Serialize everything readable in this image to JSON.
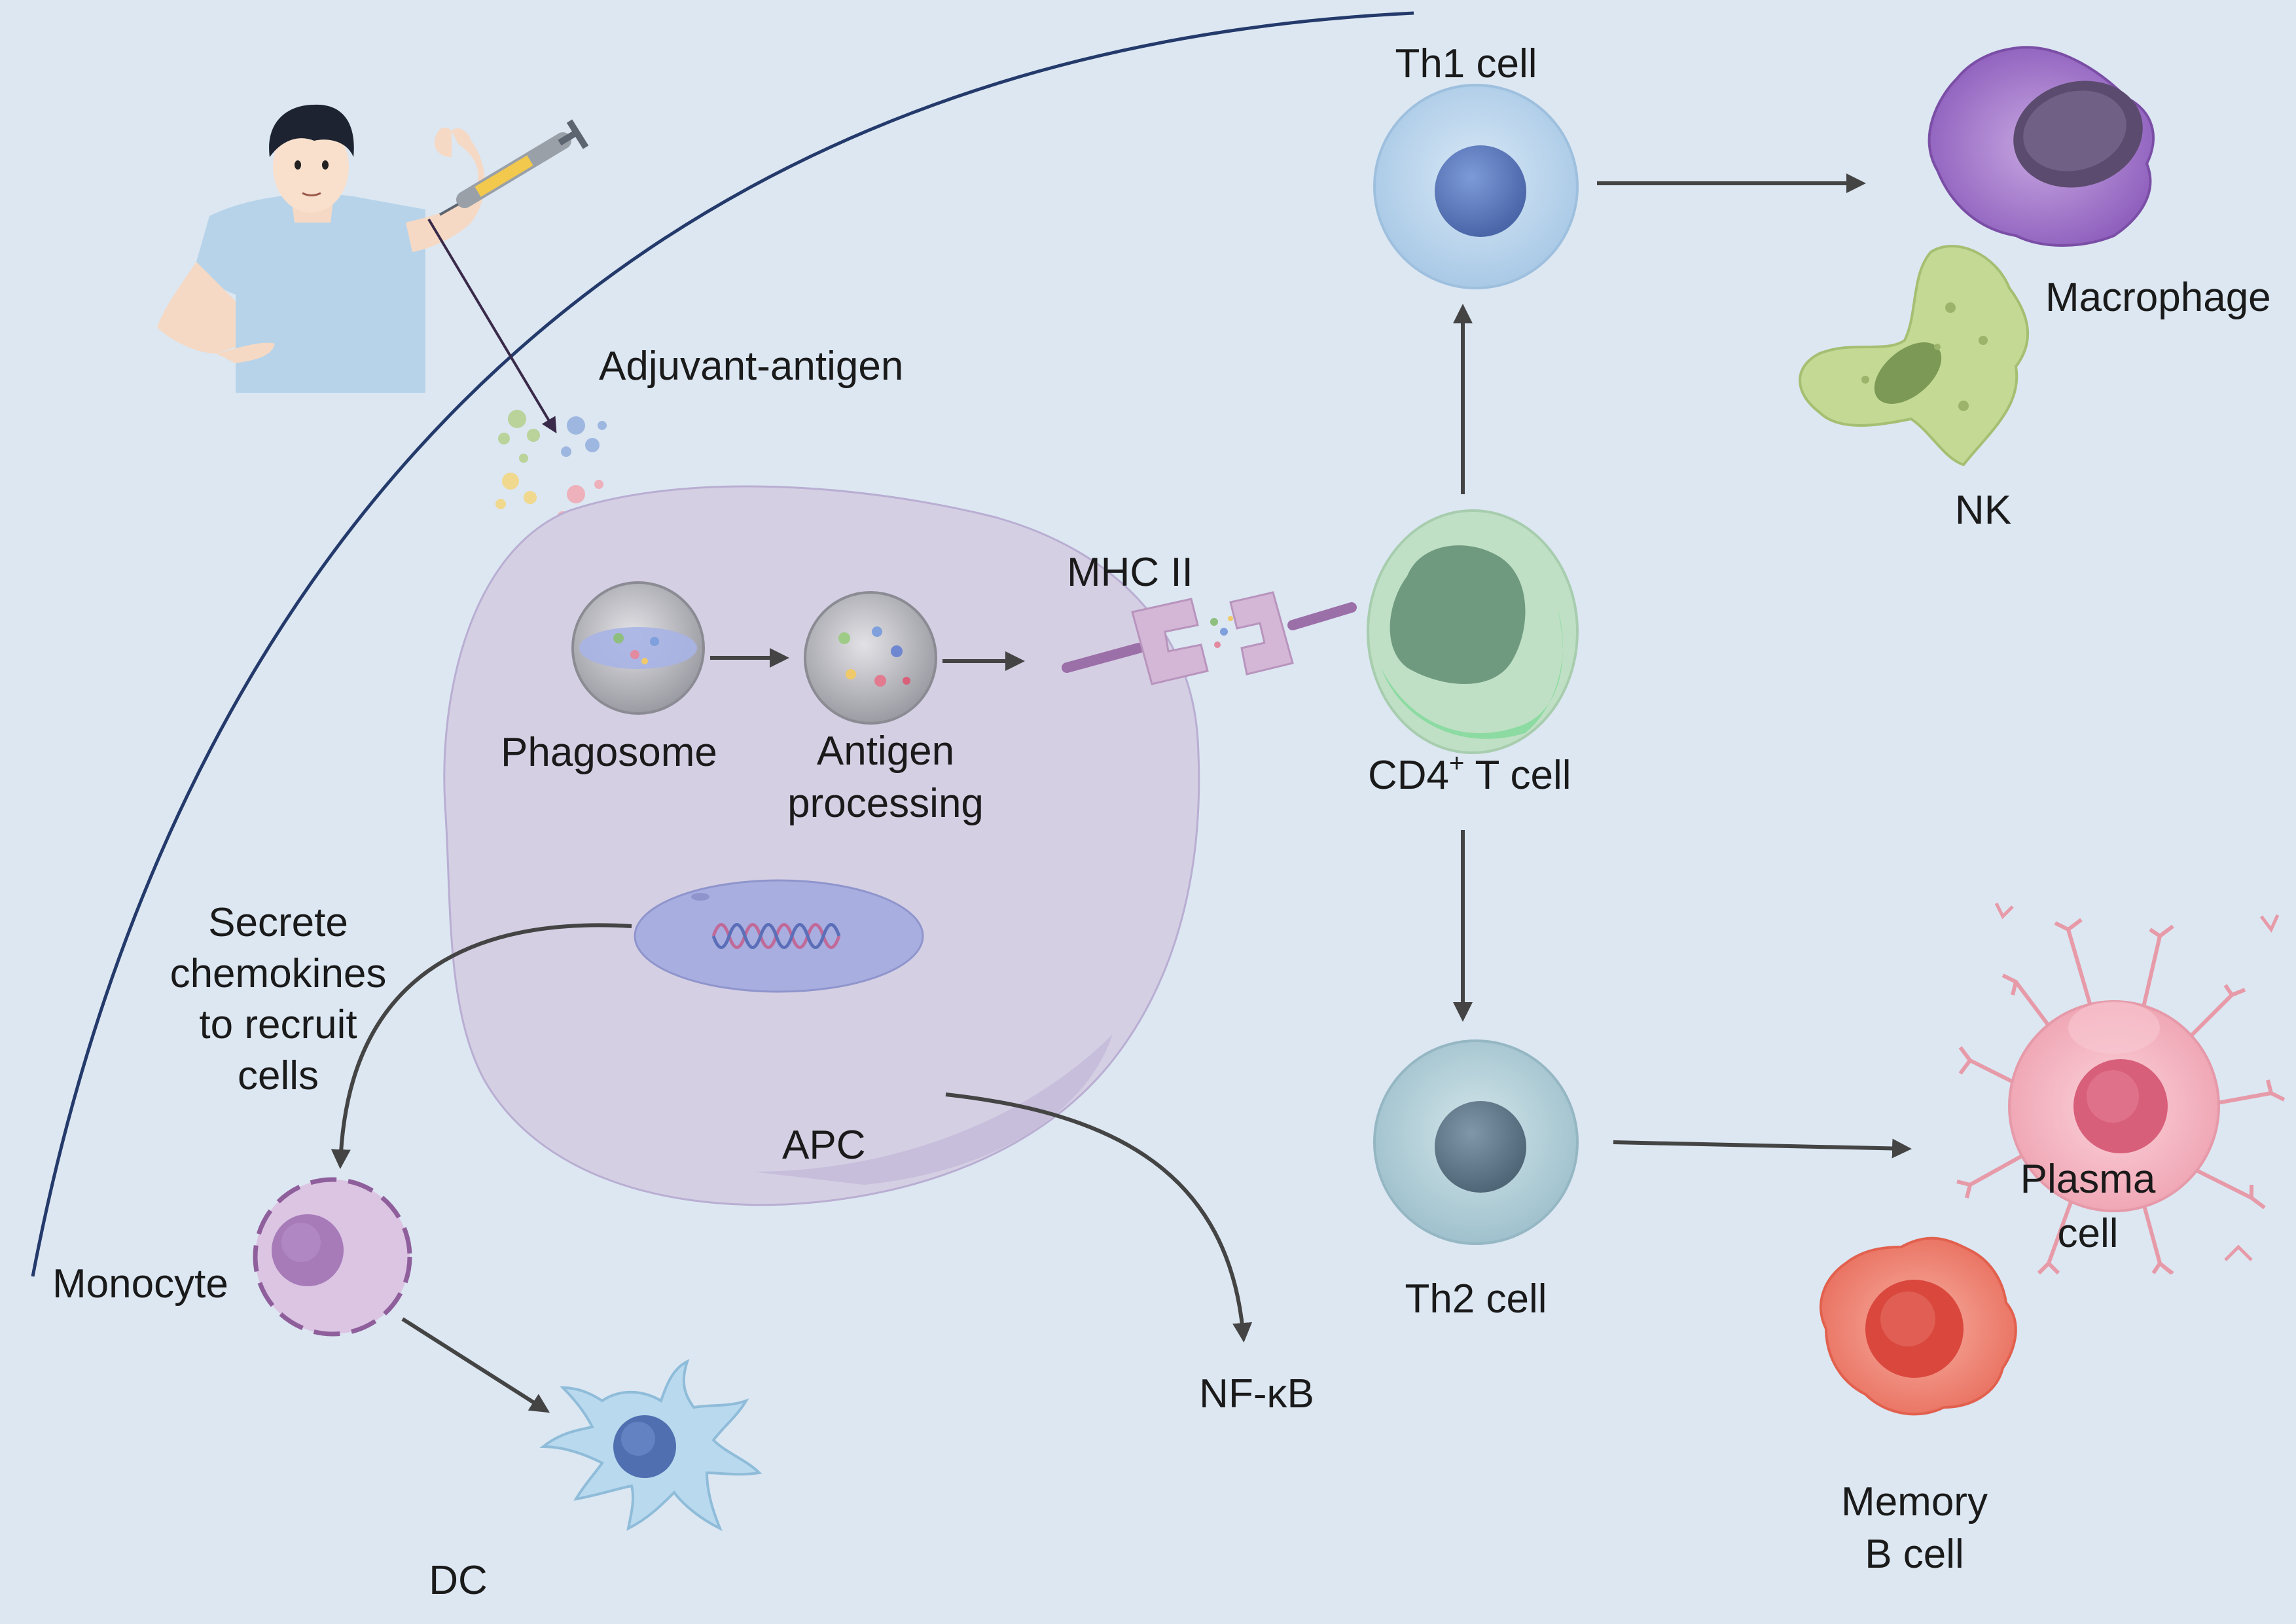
{
  "diagram": {
    "colors": {
      "background": "#dce7f2",
      "apc": "#d5cfe4",
      "arrow": "#444444",
      "mhc": "#d4b7d6",
      "th1": "#bcd6ec",
      "th2": "#b9d3dc",
      "cd4": "#bfe0c4",
      "macrophage": "#a77fc9",
      "nk": "#c3d994",
      "plasma": "#f4b9c4",
      "memory_b": "#f08a7f",
      "monocyte": "#dcc4e3",
      "dc": "#b9d9ee"
    },
    "labels": {
      "adjuvant": "Adjuvant-antigen",
      "phagosome": "Phagosome",
      "antigen_line1": "Antigen",
      "antigen_line2": "processing",
      "mhc": "MHC  II",
      "cd4_prefix": "CD4",
      "cd4_sup": "+",
      "cd4_suffix": " T cell",
      "th1": "Th1 cell",
      "th2": "Th2 cell",
      "macrophage": "Macrophage",
      "nk": "NK",
      "plasma_line1": "Plasma",
      "plasma_line2": "cell",
      "memory_line1": "Memory",
      "memory_line2": "B cell",
      "secrete_line1": "Secrete",
      "secrete_line2": "chemokines",
      "secrete_line3": "to recruit",
      "secrete_line4": "cells",
      "apc": "APC",
      "nfkb": "NF-κB",
      "monocyte": "Monocyte",
      "dc": "DC"
    }
  }
}
